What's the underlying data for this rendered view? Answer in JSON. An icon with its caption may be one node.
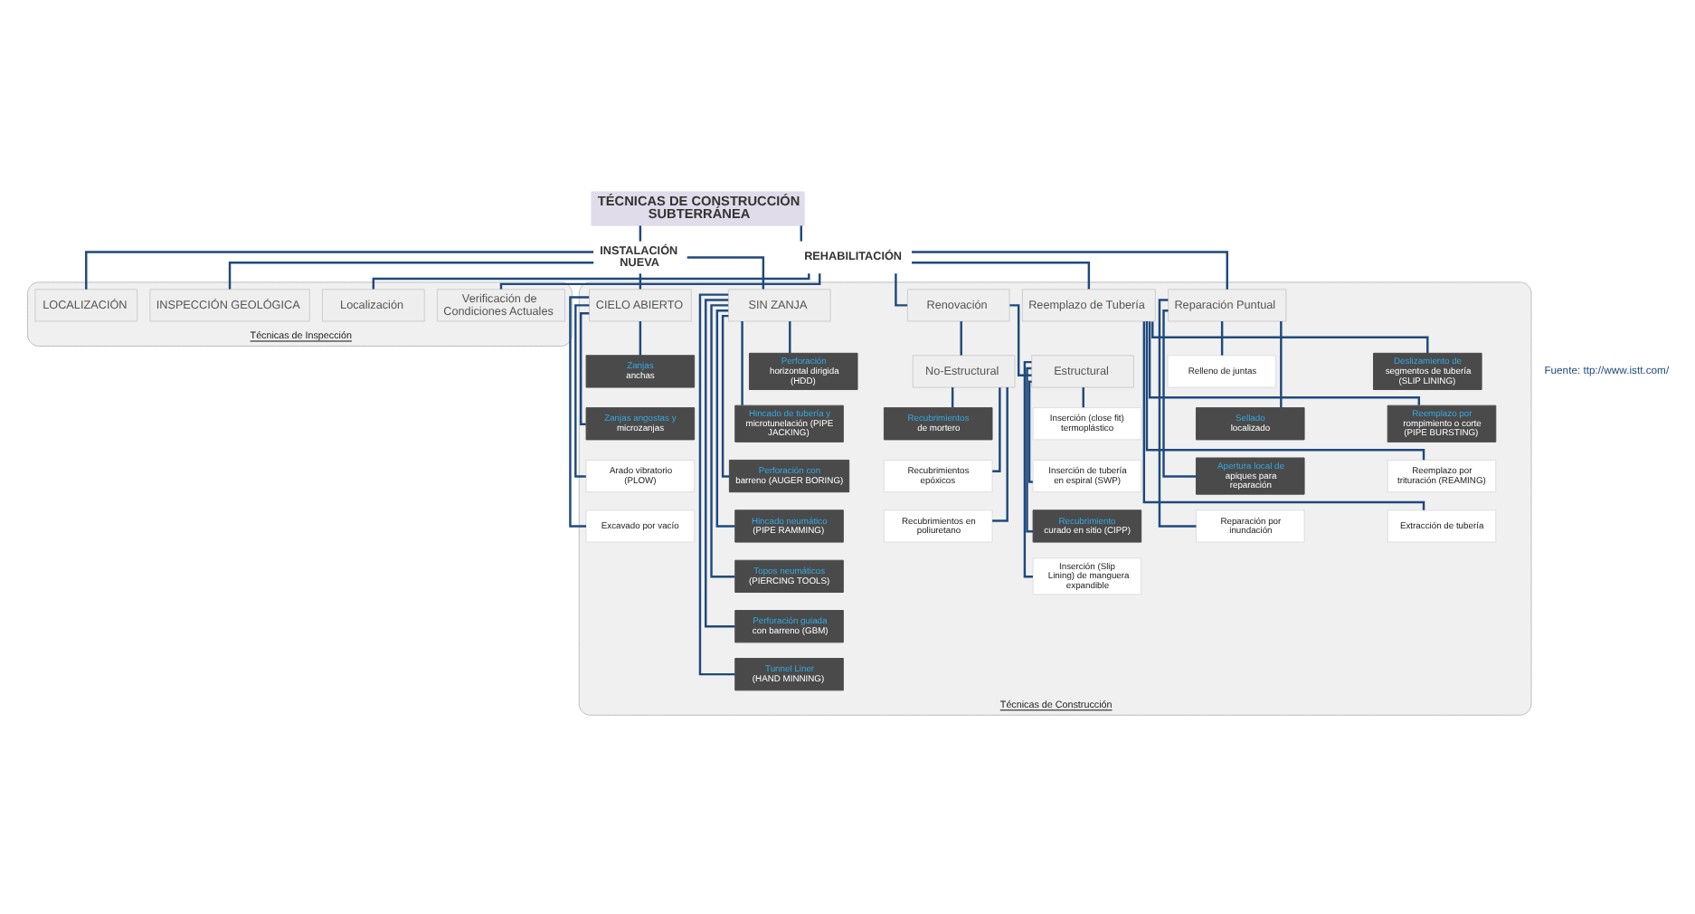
{
  "diagram": {
    "nodes": [
      {
        "text": [
          "TÉCNICAS DE CONSTRUCCIÓN SUBTERRÁNEA"
        ]
      },
      {
        "text": [
          "INSTALACIÓN NUEVA"
        ]
      },
      {
        "text": [
          "REHABILITACIÓN"
        ]
      },
      {
        "text": [
          "Técnicas de Inspección"
        ]
      },
      {
        "text": [
          "INSPECCIÓN GEOLÓGICA"
        ],
        "in": 3
      },
      {
        "text": [
          "LOCALIZACIÓN"
        ],
        "in": 3
      },
      {
        "text": [
          "Verificación de Condiciones Actuales"
        ],
        "in": 3
      },
      {
        "text": [
          "Localización"
        ],
        "in": 3
      },
      {
        "text": [
          "Técnicas de Construcción"
        ]
      },
      {
        "text": [
          "CIELO ABIERTO"
        ],
        "in": 8
      },
      {
        "text": [
          "SIN ZANJA"
        ],
        "in": 8
      },
      {
        "text": [
          "Renovación"
        ],
        "in": 8
      },
      {
        "text": [
          "Reemplazo de Tubería"
        ],
        "in": 8
      },
      {
        "text": [
          "Reparación Puntual"
        ],
        "in": 8
      },
      {
        "text": [
          "No-Estructural"
        ],
        "in": 8
      },
      {
        "text": [
          "Estructural"
        ],
        "in": 8
      },
      {
        "text": [
          "Zanjas",
          "anchas"
        ],
        "in": 8
      },
      {
        "text": [
          "Zanjas angostas y",
          "microzanjas"
        ],
        "in": 8
      },
      {
        "text": [
          "Arado vibratorio (PLOW)"
        ],
        "in": 8
      },
      {
        "text": [
          "Excavado por vacío"
        ],
        "in": 8
      },
      {
        "text": [
          "Perforación",
          "horizontal dirigida (HDD)"
        ],
        "in": 8
      },
      {
        "text": [
          "Hincado de tubería y",
          "microtunelación (PIPE JACKING)"
        ],
        "in": 8
      },
      {
        "text": [
          "Perforación con",
          "barreno (AUGER BORING)"
        ],
        "in": 8
      },
      {
        "text": [
          "Hincado neumático",
          "(PIPE RAMMING)"
        ],
        "in": 8
      },
      {
        "text": [
          "Topos neumáticos",
          "(PIERCING TOOLS)"
        ],
        "in": 8
      },
      {
        "text": [
          "Perforación guiada",
          "con barreno (GBM)"
        ],
        "in": 8
      },
      {
        "text": [
          "Tunnel Liner",
          "(HAND MINNING)"
        ],
        "in": 8
      },
      {
        "text": [
          "Recubrimientos",
          "de mortero"
        ],
        "in": 8
      },
      {
        "text": [
          "Recubrimientos epóxicos"
        ],
        "in": 8
      },
      {
        "text": [
          "Recubrimientos en poliuretano"
        ],
        "in": 8
      },
      {
        "text": [
          "Inserción (close fit) termoplástico"
        ],
        "in": 8
      },
      {
        "text": [
          "Inserción de tubería en espiral (SWP)"
        ],
        "in": 8
      },
      {
        "text": [
          "Recubrimiento",
          "curado en sitio (CIPP)"
        ],
        "in": 8
      },
      {
        "text": [
          "Inserción (Slip Lining) de manguera expandible"
        ],
        "in": 8
      },
      {
        "text": [
          "Deslizamiento de",
          "segmentos de tubería (SLIP LINING)"
        ],
        "in": 8
      },
      {
        "text": [
          "Reemplazo por",
          "rompimiento o corte (PIPE BURSTING)"
        ],
        "in": 8
      },
      {
        "text": [
          "Reemplazo por trituración (REAMING)"
        ],
        "in": 8
      },
      {
        "text": [
          "Extracción de tubería"
        ],
        "in": 8
      },
      {
        "text": [
          "Relleno de juntas"
        ],
        "in": 8
      },
      {
        "text": [
          "Sellado",
          "localizado"
        ],
        "in": 8
      },
      {
        "text": [
          "Apertura local de",
          "apiques para reparación"
        ],
        "in": 8
      },
      {
        "text": [
          "Reparación por inundación"
        ],
        "in": 8
      }
    ],
    "edges": [
      {
        "from": 0,
        "to": 1,
        "arrow": "none"
      },
      {
        "from": 0,
        "to": 2,
        "arrow": "none"
      },
      {
        "from": 1,
        "to": 4,
        "arrow": "none"
      },
      {
        "from": 1,
        "to": 5,
        "arrow": "none"
      },
      {
        "from": 1,
        "to": 9,
        "arrow": "none"
      },
      {
        "from": 1,
        "to": 10,
        "arrow": "none"
      },
      {
        "from": 2,
        "to": 6,
        "arrow": "none"
      },
      {
        "from": 2,
        "to": 7,
        "arrow": "none"
      },
      {
        "from": 2,
        "to": 11,
        "arrow": "none"
      },
      {
        "from": 2,
        "to": 12,
        "arrow": "none"
      },
      {
        "from": 2,
        "to": 13,
        "arrow": "none"
      },
      {
        "from": 11,
        "to": 14,
        "arrow": "none"
      },
      {
        "from": 11,
        "to": 15,
        "arrow": "none"
      },
      {
        "from": 9,
        "to": 16,
        "arrow": "none"
      },
      {
        "from": 9,
        "to": 17,
        "arrow": "none"
      },
      {
        "from": 9,
        "to": 18,
        "arrow": "none"
      },
      {
        "from": 9,
        "to": 19,
        "arrow": "none"
      },
      {
        "from": 10,
        "to": 20,
        "arrow": "none"
      },
      {
        "from": 10,
        "to": 21,
        "arrow": "none"
      },
      {
        "from": 10,
        "to": 22,
        "arrow": "none"
      },
      {
        "from": 10,
        "to": 23,
        "arrow": "none"
      },
      {
        "from": 10,
        "to": 24,
        "arrow": "none"
      },
      {
        "from": 10,
        "to": 25,
        "arrow": "none"
      },
      {
        "from": 10,
        "to": 26,
        "arrow": "none"
      },
      {
        "from": 14,
        "to": 27,
        "arrow": "none"
      },
      {
        "from": 14,
        "to": 28,
        "arrow": "none"
      },
      {
        "from": 14,
        "to": 29,
        "arrow": "none"
      },
      {
        "from": 15,
        "to": 30,
        "arrow": "none"
      },
      {
        "from": 15,
        "to": 31,
        "arrow": "none"
      },
      {
        "from": 15,
        "to": 32,
        "arrow": "none"
      },
      {
        "from": 15,
        "to": 33,
        "arrow": "none"
      },
      {
        "from": 12,
        "to": 34,
        "arrow": "none"
      },
      {
        "from": 12,
        "to": 35,
        "arrow": "none"
      },
      {
        "from": 12,
        "to": 36,
        "arrow": "none"
      },
      {
        "from": 12,
        "to": 37,
        "arrow": "none"
      },
      {
        "from": 13,
        "to": 38,
        "arrow": "none"
      },
      {
        "from": 13,
        "to": 39,
        "arrow": "none"
      },
      {
        "from": 13,
        "to": 40,
        "arrow": "none"
      },
      {
        "from": 13,
        "to": 41,
        "arrow": "none"
      }
    ],
    "labels": [
      "Fuente: ttp://www.istt.com/"
    ]
  }
}
